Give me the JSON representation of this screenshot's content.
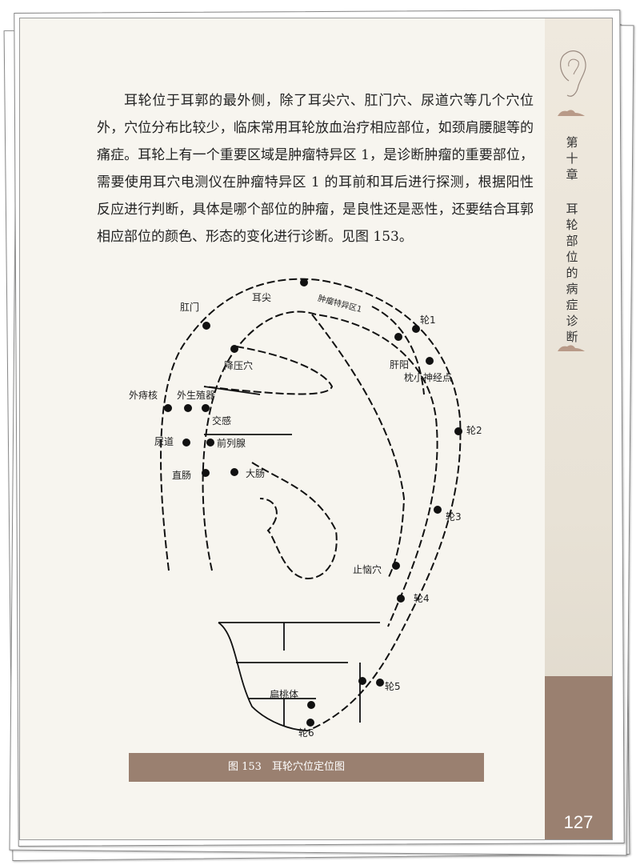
{
  "body_text": "耳轮位于耳郭的最外侧，除了耳尖穴、肛门穴、尿道穴等几个穴位外，穴位分布比较少，临床常用耳轮放血治疗相应部位，如颈肩腰腿等的痛症。耳轮上有一个重要区域是肿瘤特异区 1，是诊断肿瘤的重要部位，需要使用耳穴电测仪在肿瘤特异区 1 的耳前和耳后进行探测，根据阳性反应进行判断，具体是哪个部位的肿瘤，是良性还是恶性，还要结合耳郭相应部位的颜色、形态的变化进行诊断。见图 153。",
  "sidebar": {
    "chapter": "第十章",
    "title": "耳轮部位的病症诊断",
    "page_number": "127",
    "icons": [
      "ear-icon",
      "cloud-ornament-icon"
    ]
  },
  "figure": {
    "caption": "图 153　耳轮穴位定位图",
    "labels": [
      "耳尖",
      "肛门",
      "肿瘤特异区1",
      "轮1",
      "肝阳",
      "枕小神经点",
      "轮2",
      "降压穴",
      "外痔核",
      "外生殖器",
      "交感",
      "尿道",
      "前列腺",
      "直肠",
      "大肠",
      "轮3",
      "止恼穴",
      "轮4",
      "轮5",
      "扁桃体",
      "轮6"
    ]
  },
  "colors": {
    "accent_brown": "#9a8070",
    "page": "#f7f5ef"
  }
}
